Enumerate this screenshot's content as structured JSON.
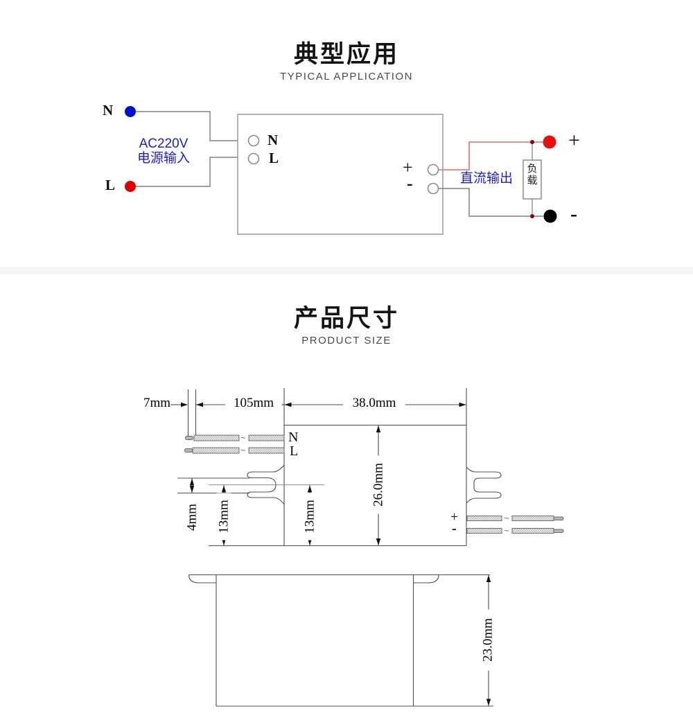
{
  "section1": {
    "title": "典型应用",
    "subtitle": "TYPICAL APPLICATION",
    "source": {
      "n": "N",
      "l": "L",
      "caption1": "AC220V",
      "caption2": "电源输入"
    },
    "psu": {
      "n": "N",
      "l": "L",
      "plus": "+",
      "minus": "-"
    },
    "output": {
      "caption": "直流输出",
      "plus": "+",
      "minus": "-",
      "load_top": "负",
      "load_bottom": "载"
    }
  },
  "section2": {
    "title": "产品尺寸",
    "subtitle": "PRODUCT SIZE",
    "dims": {
      "lead_tip": "7mm",
      "lead_length": "105mm",
      "width": "38.0mm",
      "tab_thickness": "4mm",
      "tab_offset_left": "13mm",
      "tab_offset_right": "13mm",
      "height": "26.0mm",
      "depth": "23.0mm"
    },
    "wire_labels": {
      "n": "N",
      "l": "L",
      "plus": "+",
      "minus": "-"
    },
    "wire_break": "~"
  },
  "colors": {
    "blue_dot": "#0011cc",
    "red_dot": "#dd0000",
    "black_dot": "#000000",
    "blue_text": "#1b1bd0",
    "red_wire": "#d98383",
    "gray_wire": "#808080",
    "drawing_line": "#4d4d4d",
    "divider": "#f4f4f4"
  }
}
